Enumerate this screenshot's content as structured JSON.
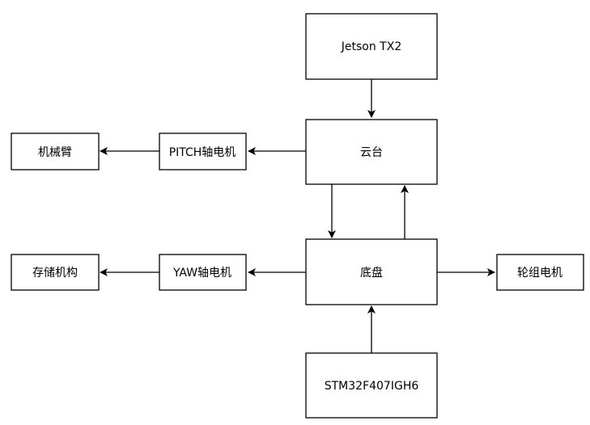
{
  "diagram": {
    "nodes": {
      "jetson": "Jetson TX2",
      "gimbal": "云台",
      "pitch_motor": "PITCH轴电机",
      "robot_arm": "机械臂",
      "chassis": "底盘",
      "yaw_motor": "YAW轴电机",
      "storage": "存储机构",
      "wheel_motor": "轮组电机",
      "mcu": "STM32F407IGH6"
    },
    "edges": [
      {
        "from": "jetson",
        "to": "gimbal"
      },
      {
        "from": "gimbal",
        "to": "pitch_motor"
      },
      {
        "from": "pitch_motor",
        "to": "robot_arm"
      },
      {
        "from": "gimbal",
        "to": "chassis"
      },
      {
        "from": "chassis",
        "to": "gimbal"
      },
      {
        "from": "chassis",
        "to": "yaw_motor"
      },
      {
        "from": "yaw_motor",
        "to": "storage"
      },
      {
        "from": "chassis",
        "to": "wheel_motor"
      },
      {
        "from": "mcu",
        "to": "chassis"
      }
    ],
    "colors": {
      "stroke": "#000000",
      "fill": "#ffffff",
      "text": "#000000"
    }
  }
}
